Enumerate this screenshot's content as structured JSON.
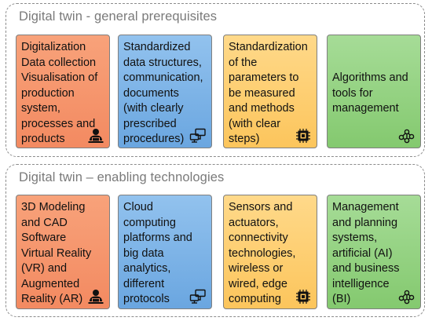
{
  "groups": [
    {
      "title": "Digital twin - general prerequisites",
      "cards": [
        {
          "color": "orange",
          "icon": "person-at-laptop-icon",
          "lines": [
            "Digitalization",
            "Data collection",
            "Visualisation of",
            "production",
            "system,",
            "processes and",
            "products"
          ]
        },
        {
          "color": "blue",
          "icon": "network-computers-icon",
          "lines": [
            "Standardized",
            "data structures,",
            "communication,",
            "documents",
            "(with clearly",
            "prescribed",
            "procedures)"
          ]
        },
        {
          "color": "yellow",
          "icon": "microchip-icon",
          "lines": [
            "Standardization",
            "of the",
            "parameters to",
            "be measured",
            "and methods",
            "(with clear",
            "steps)"
          ]
        },
        {
          "color": "green",
          "icon": "network-nodes-icon",
          "lines": [
            "",
            "",
            "Algorithms and",
            "tools for",
            "management"
          ]
        }
      ]
    },
    {
      "title": "Digital twin – enabling technologies",
      "cards": [
        {
          "color": "orange",
          "icon": "person-at-laptop-icon",
          "lines": [
            "3D Modeling",
            "and CAD",
            "Software",
            "Virtual Reality",
            "(VR) and",
            "Augmented",
            "Reality (AR)"
          ]
        },
        {
          "color": "blue",
          "icon": "network-computers-icon",
          "lines": [
            "Cloud",
            "computing",
            "platforms and",
            "big data",
            "analytics,",
            "different",
            "protocols"
          ]
        },
        {
          "color": "yellow",
          "icon": "microchip-icon",
          "lines": [
            "Sensors and",
            "actuators,",
            "connectivity",
            "technologies,",
            "wireless or",
            "wired, edge",
            "computing"
          ]
        },
        {
          "color": "green",
          "icon": "network-nodes-icon",
          "lines": [
            "Management",
            "and planning",
            "systems,",
            "artificial (AI)",
            "and business",
            "intelligence",
            "(BI)"
          ]
        }
      ]
    }
  ]
}
